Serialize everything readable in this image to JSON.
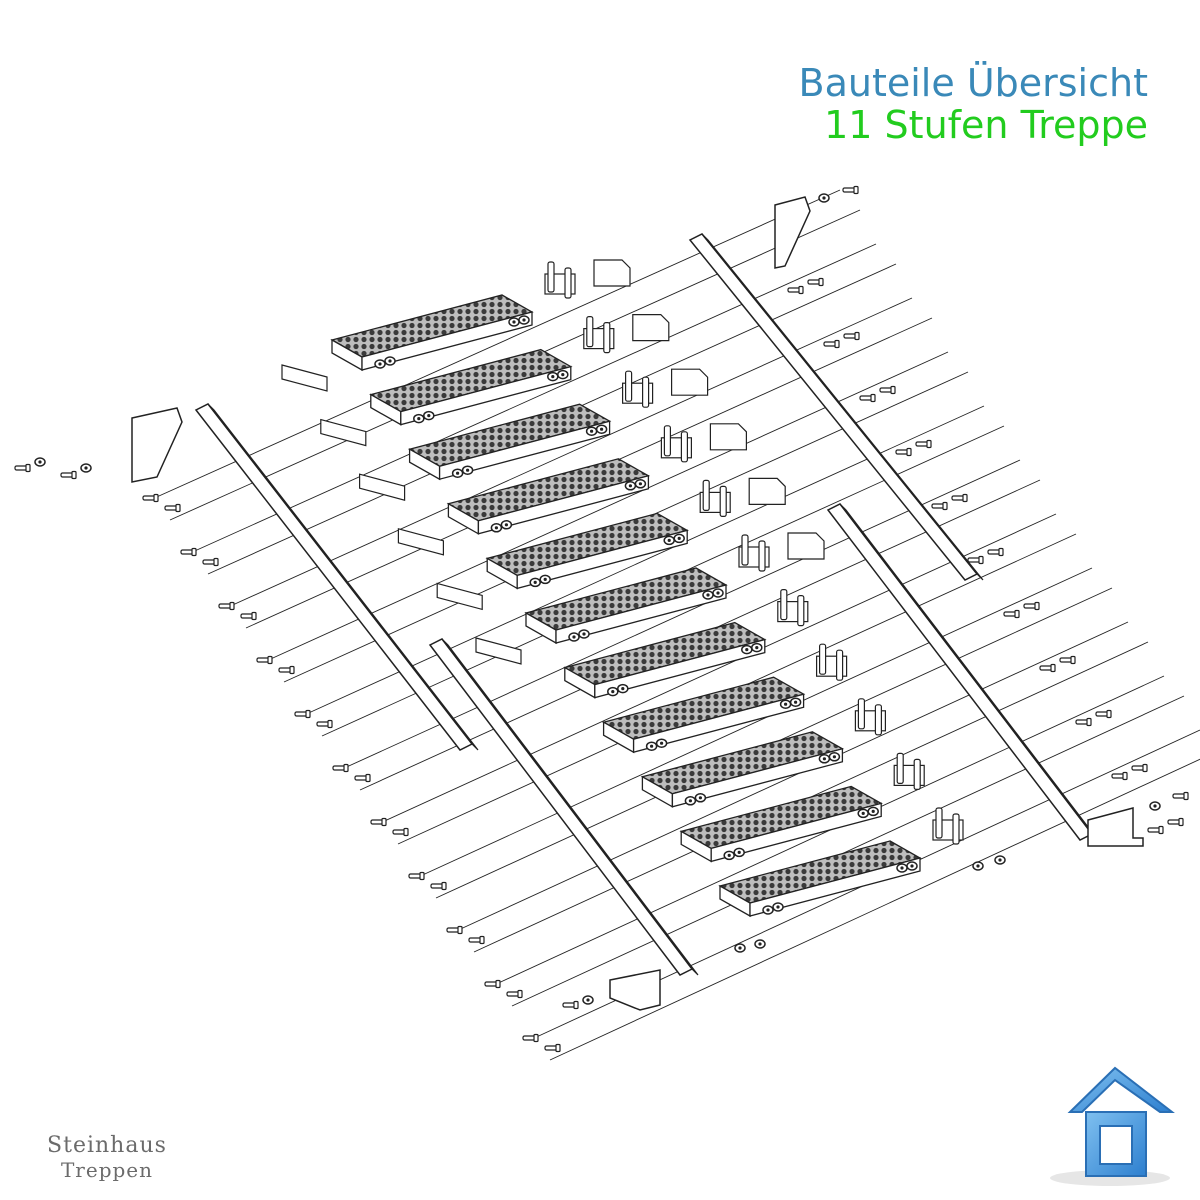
{
  "title": {
    "line1": "Bauteile Übersicht",
    "line2": "11 Stufen Treppe"
  },
  "diagram": {
    "step_count": 11,
    "line_color": "#222222"
  },
  "branding": {
    "company_line1": "Steinhaus",
    "company_line2": "Treppen",
    "logo_icon": "house-icon",
    "logo_color": "#3d8fd8"
  },
  "colors": {
    "title_line1": "#3a89b8",
    "title_line2": "#22cc1e"
  }
}
